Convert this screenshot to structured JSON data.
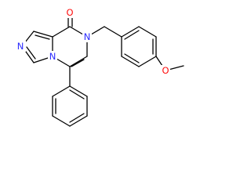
{
  "molecule": {
    "atoms": {
      "carbonyl_oxygen": "O",
      "amide_nitrogen": "N",
      "imidazole_nitrogen": "N",
      "bridgehead_nitrogen": "N",
      "methoxy_oxygen": "O"
    }
  },
  "colors": {
    "bond": "#000000",
    "oxygen": "#ff0d0d",
    "nitrogen": "#2b2bff",
    "background": "#ffffff"
  }
}
